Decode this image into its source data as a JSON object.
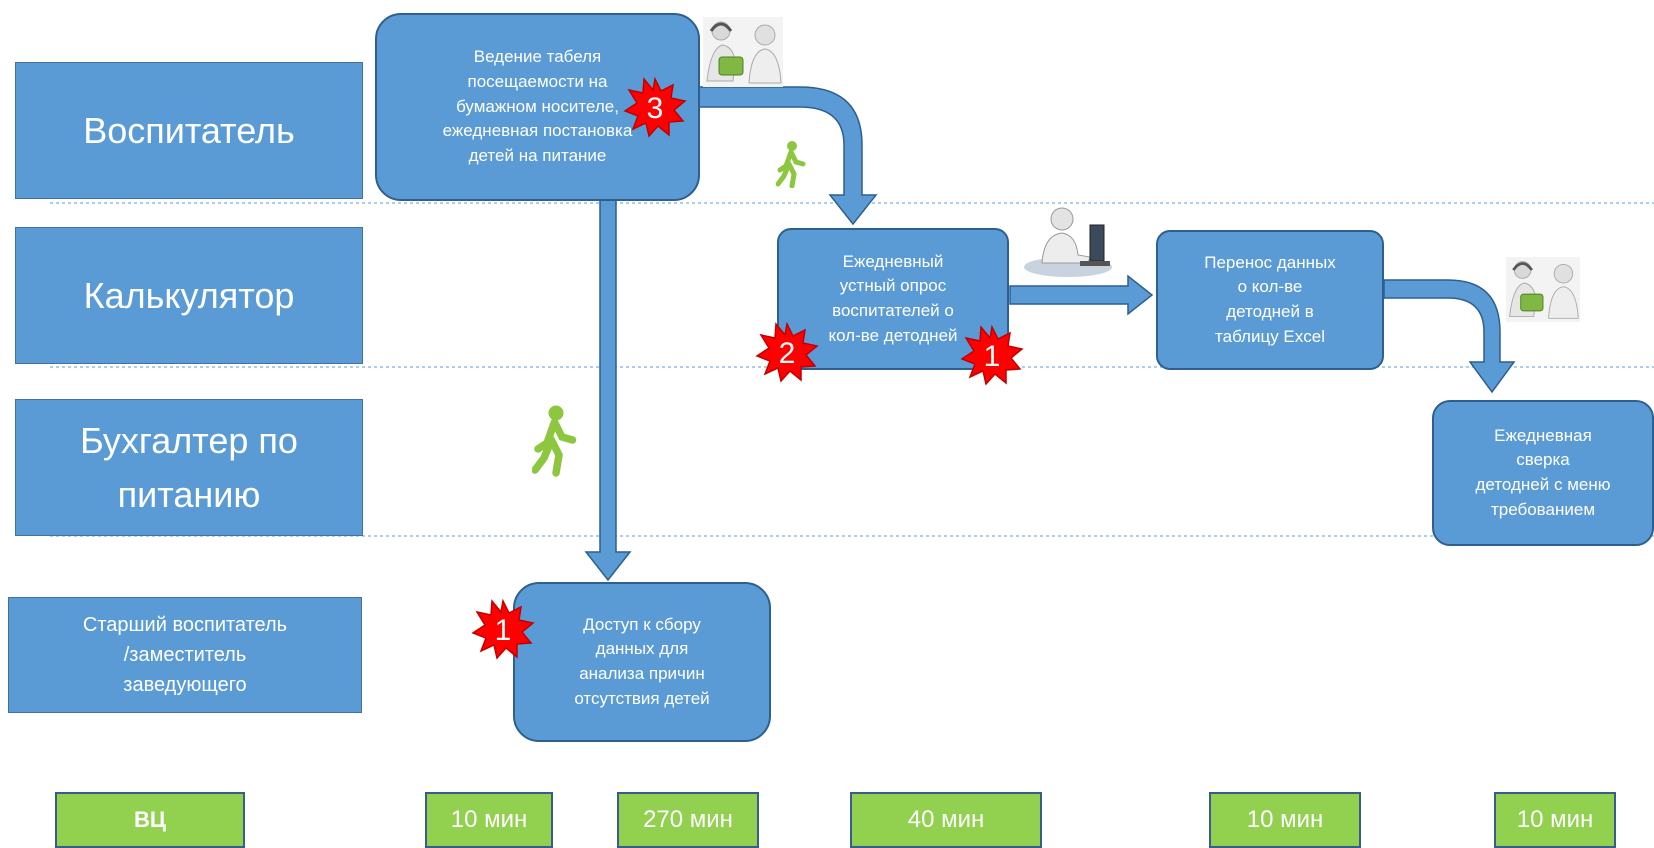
{
  "lanes": {
    "teacher": "Воспитатель",
    "calculator": "Калькулятор",
    "accountant_line1": "Бухгалтер по",
    "accountant_line2": "питанию",
    "senior_line1": "Старший воспитатель",
    "senior_line2": "/заместитель",
    "senior_line3": "заведующего"
  },
  "steps": {
    "attendance": [
      "Ведение табеля",
      "посещаемости на",
      "бумажном носителе,",
      "ежедневная постановка",
      "детей на питание"
    ],
    "survey": [
      "Ежедневный",
      "устный опрос",
      "воспитателей о",
      "кол-ве детодней"
    ],
    "transfer": [
      "Перенос данных",
      "о кол-ве",
      "детодней в",
      "таблицу Excel"
    ],
    "reconcile": [
      "Ежедневная",
      "сверка",
      "детодней с меню",
      "требованием"
    ],
    "access": [
      "Доступ к сбору",
      "данных для",
      "анализа причин",
      "отсутствия детей"
    ]
  },
  "badges": {
    "attendance": "3",
    "survey_left": "2",
    "survey_right": "1",
    "access": "1"
  },
  "timeline": {
    "label": "ВЦ",
    "t1": "10 мин",
    "t2": "270 мин",
    "t3": "40 мин",
    "t4": "10 мин",
    "t5": "10 мин"
  },
  "icons": {
    "phone_operator": "phone-operator-icon",
    "pc_worker": "computer-worker-icon",
    "walking_person": "walking-person-icon",
    "badge": "red-starburst-icon"
  },
  "colors": {
    "box_blue": "#5b9bd5",
    "time_green": "#92d050",
    "badge_red": "#ff0000",
    "walker_green": "#8dc63f"
  }
}
